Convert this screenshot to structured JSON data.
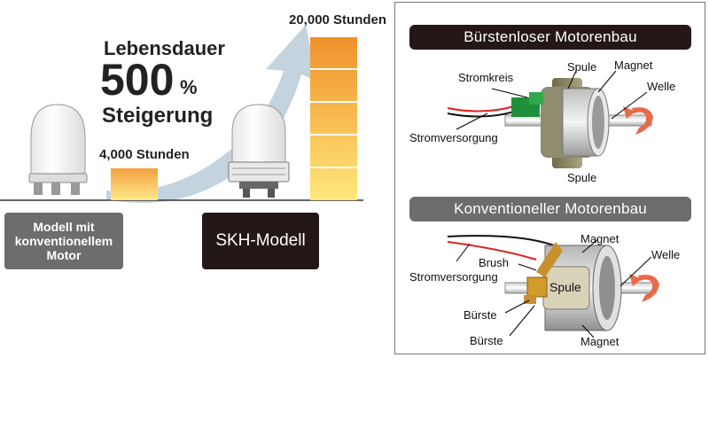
{
  "lifetime": {
    "heading": "Lebensdauer",
    "percent_value": "500",
    "percent_sign": "%",
    "increase": "Steigerung",
    "old_hours": "4,000 Stunden",
    "new_hours": "20,000 Stunden"
  },
  "models": {
    "conventional_label": "Modell mit\nkonventionellem\nMotor",
    "skh_label": "SKH-Modell"
  },
  "brushless": {
    "title": "Bürstenloser Motorenbau",
    "stromkreis": "Stromkreis",
    "spule_top": "Spule",
    "magnet": "Magnet",
    "welle": "Welle",
    "stromversorgung": "Stromversorgung",
    "spule_bottom": "Spule"
  },
  "conventional": {
    "title": "Konventioneller Motorenbau",
    "magnet_top": "Magnet",
    "welle": "Welle",
    "brush": "Brush",
    "stromversorgung": "Stromversorgung",
    "spule": "Spule",
    "buerste_1": "Bürste",
    "buerste_2": "Bürste",
    "magnet_bottom": "Magnet"
  },
  "colors": {
    "dark_box": "#231815",
    "grey_box": "#6d6d6d",
    "bar_top": "#f0902a",
    "bar_bottom": "#ffe87a",
    "arrow": "#c4d4df"
  }
}
